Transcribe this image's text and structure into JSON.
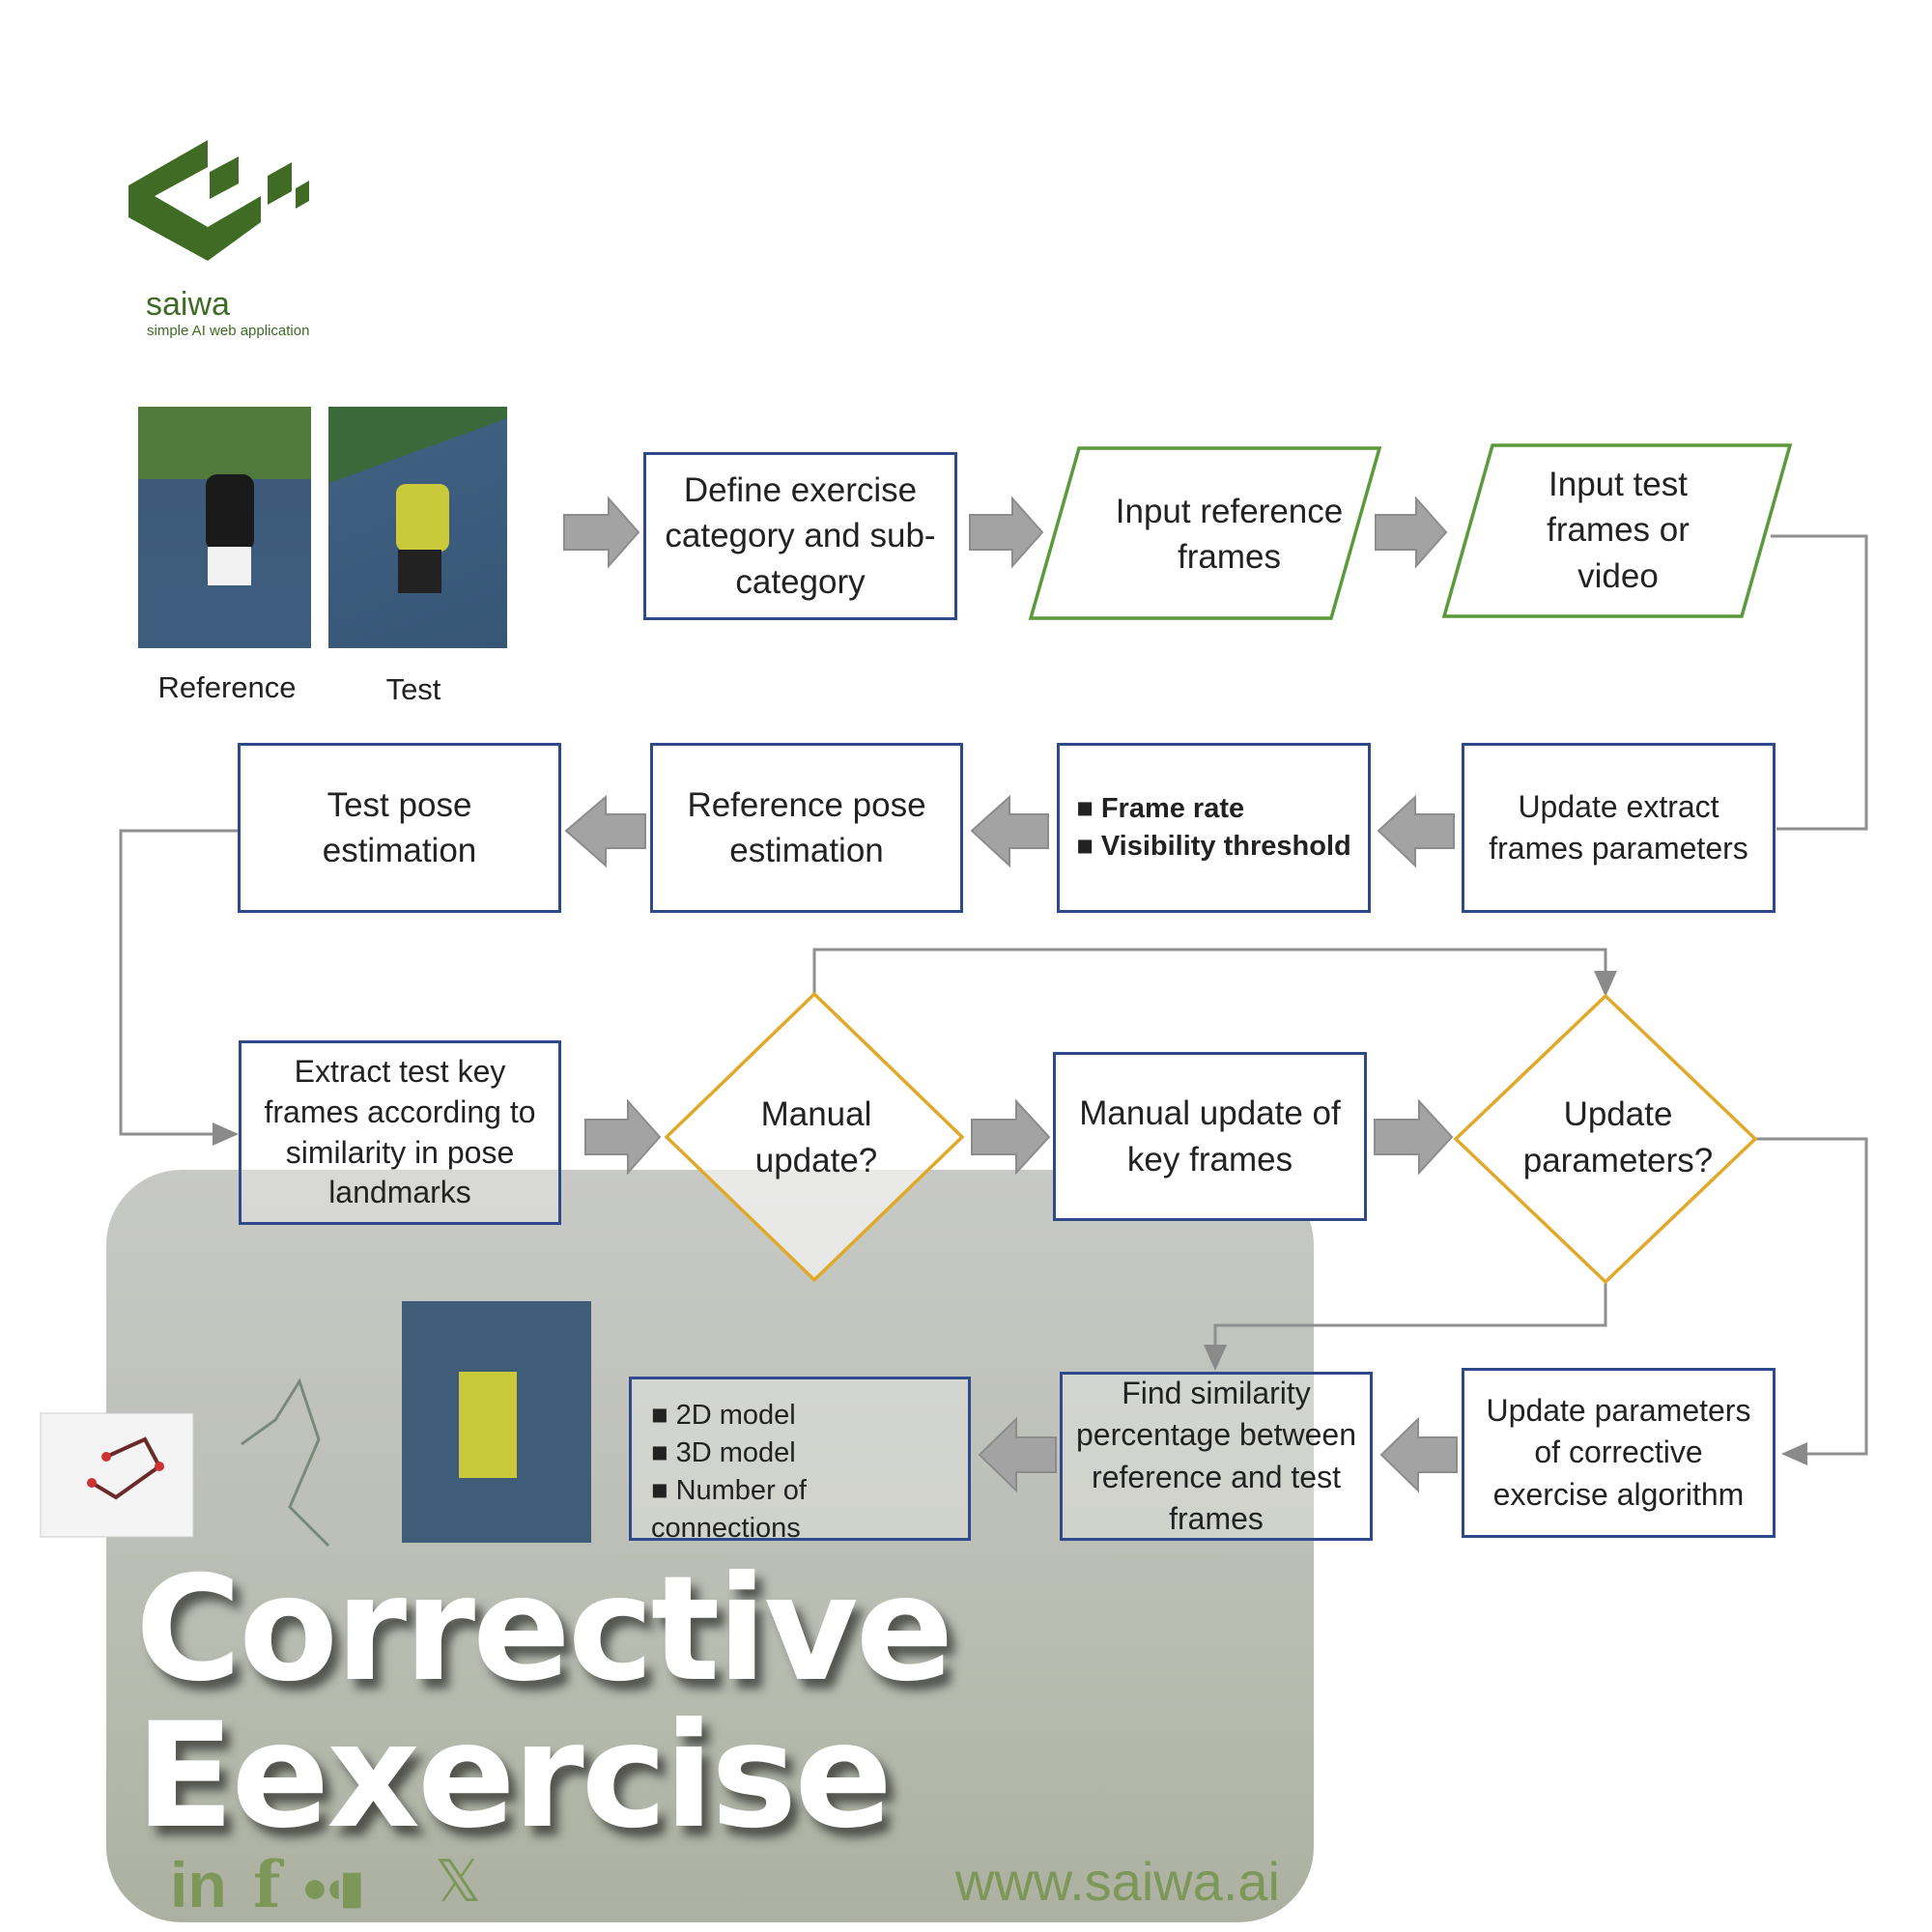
{
  "brand": {
    "name": "saiwa",
    "tagline": "simple AI web application",
    "color": "#3f6b24"
  },
  "images": {
    "reference_label": "Reference",
    "test_label": "Test"
  },
  "flowchart": {
    "define_category": "Define exercise category and sub-category",
    "input_reference": "Input reference frames",
    "input_test": "Input test frames or video",
    "update_extract": "Update extract frames parameters",
    "extract_params": [
      "Frame rate",
      "Visibility threshold"
    ],
    "reference_pose": "Reference pose estimation",
    "test_pose": "Test pose estimation",
    "extract_key_frames": "Extract test key frames according to similarity in pose landmarks",
    "manual_update_decision": "Manual update?",
    "manual_update_key_frames": "Manual update of key frames",
    "update_parameters_decision": "Update parameters?",
    "update_corrective_params": "Update parameters of corrective exercise algorithm",
    "find_similarity": "Find similarity percentage between reference and test frames",
    "model_options": [
      "2D model",
      "3D model",
      "Number of connections"
    ],
    "colors": {
      "process": "#2f4a8a",
      "io": "#5a9a3a",
      "decision": "#e0a92a",
      "arrow": "#a3a3a3"
    }
  },
  "overlay": {
    "title_line1": "Corrective",
    "title_line2": "Eexercise",
    "social_icons": [
      "linkedin-icon",
      "facebook-icon",
      "medium-icon",
      "x-icon"
    ],
    "social_glyphs": {
      "linkedin": "in",
      "facebook": "f",
      "medium": "●◖▮",
      "x": "𝕏"
    },
    "url": "www.saiwa.ai",
    "accent": "#7c9758"
  }
}
